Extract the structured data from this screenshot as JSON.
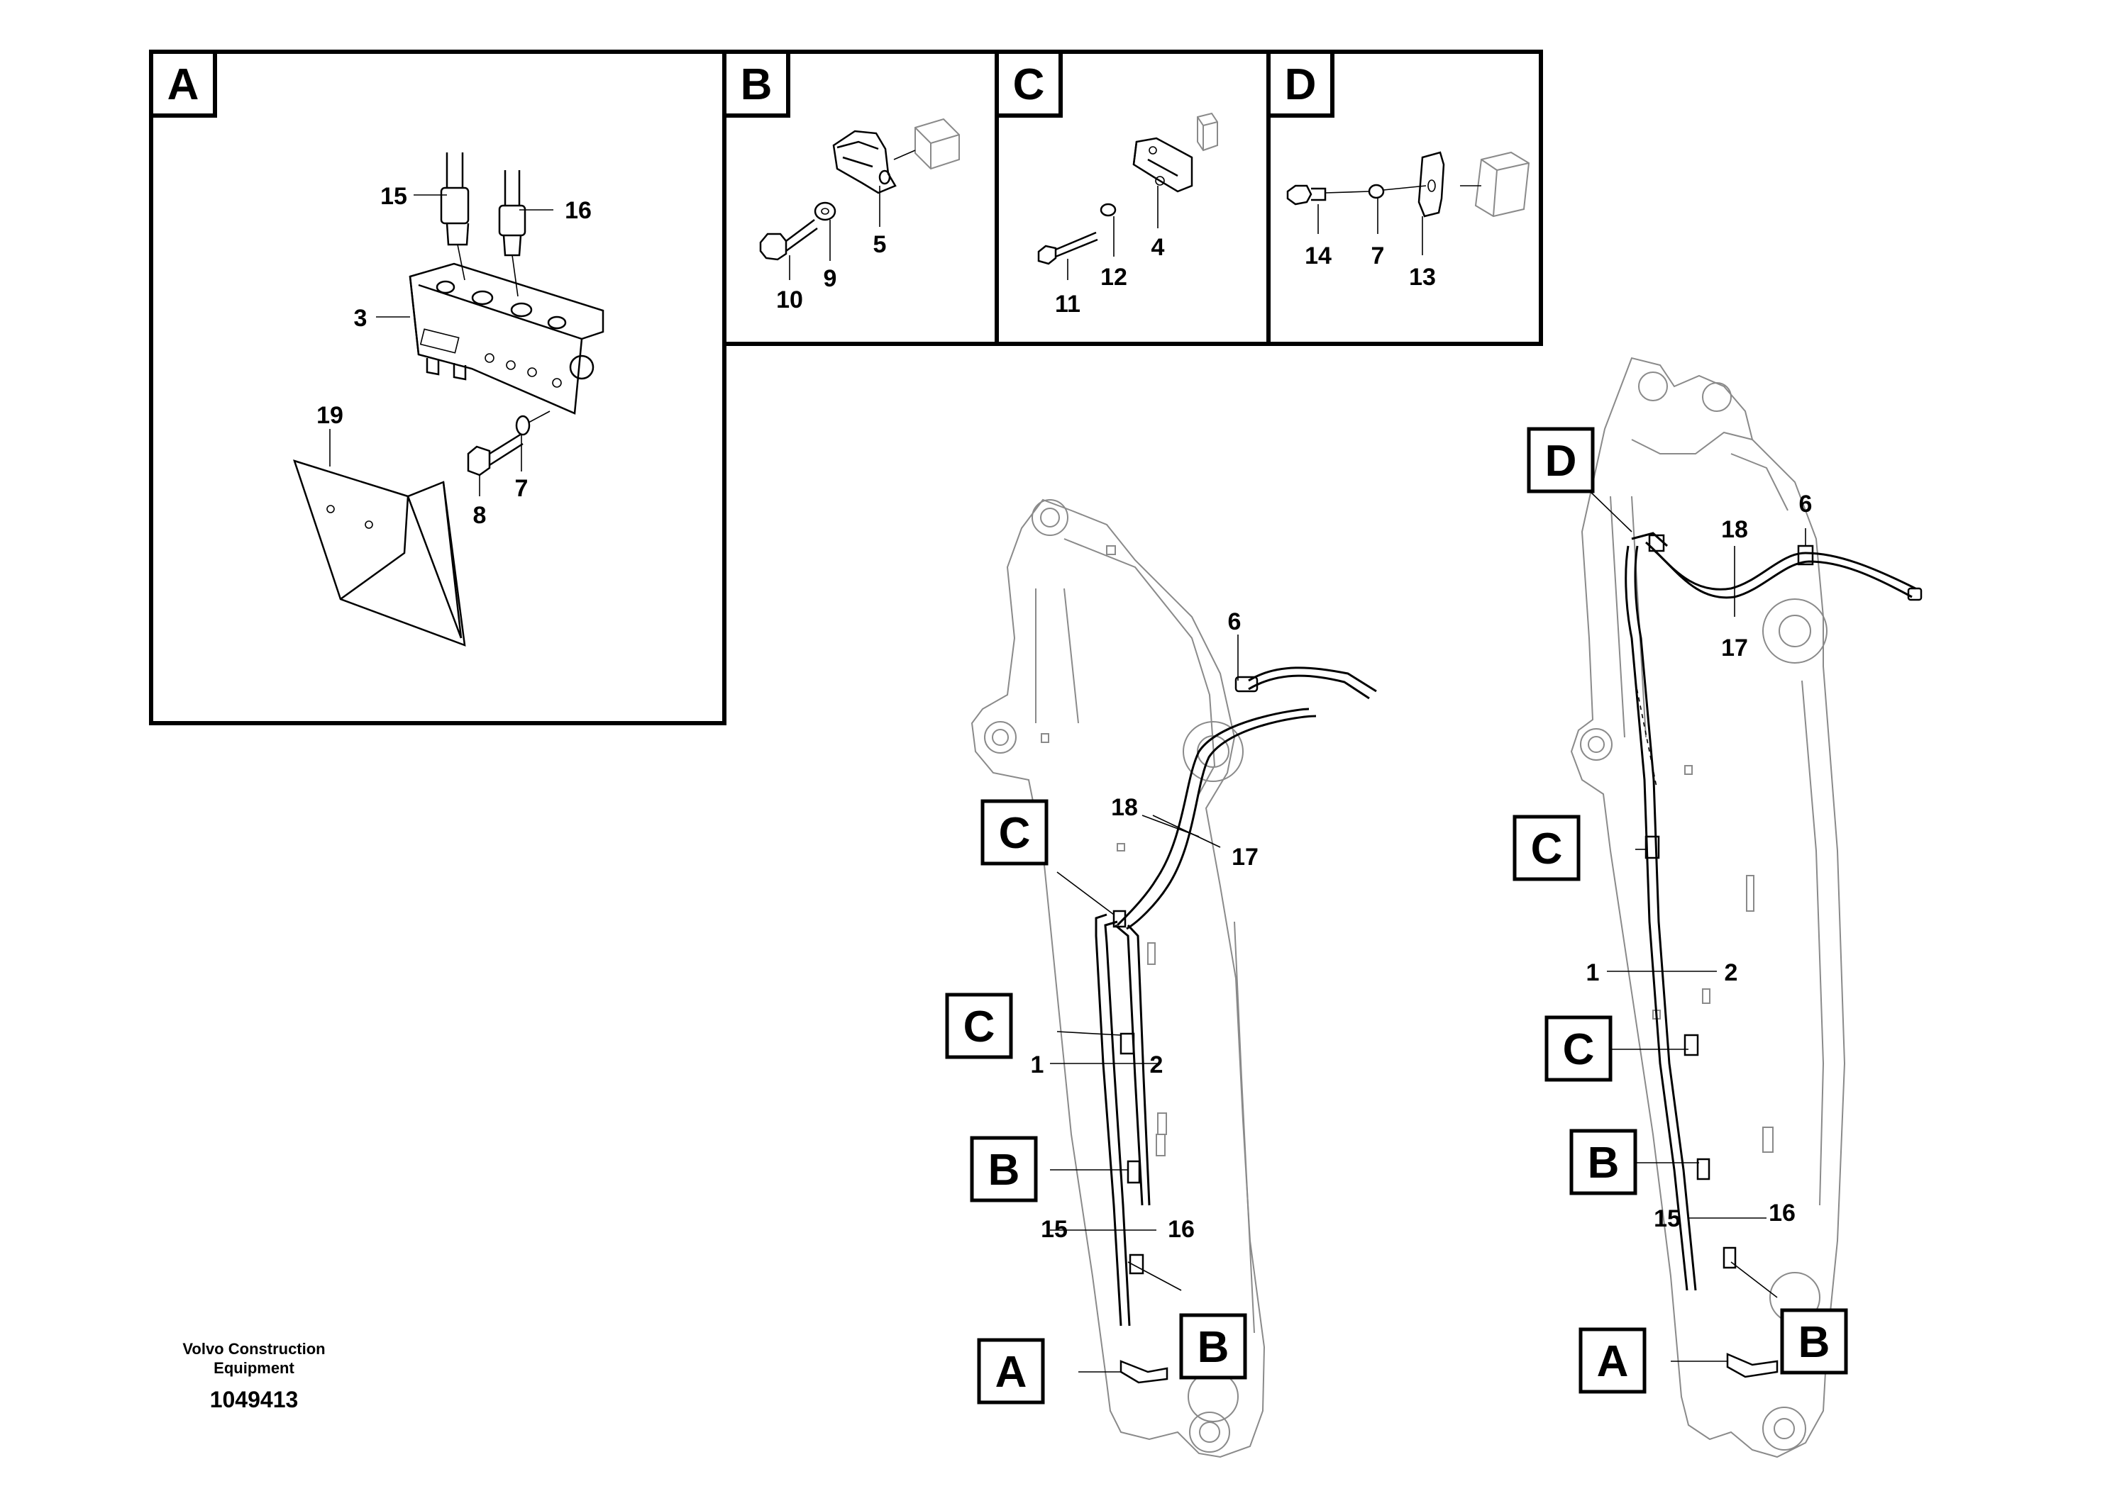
{
  "panels": [
    {
      "letter": "A",
      "callouts": [
        "15",
        "16",
        "3",
        "19",
        "8",
        "7"
      ]
    },
    {
      "letter": "B",
      "callouts": [
        "10",
        "9",
        "5"
      ]
    },
    {
      "letter": "C",
      "callouts": [
        "11",
        "12",
        "4"
      ]
    },
    {
      "letter": "D",
      "callouts": [
        "14",
        "7",
        "13"
      ]
    }
  ],
  "boom_left": {
    "labels": [
      "6",
      "18",
      "17",
      "1",
      "2",
      "15",
      "16"
    ],
    "tags": [
      "C",
      "C",
      "B",
      "A",
      "B"
    ]
  },
  "boom_right": {
    "labels": [
      "18",
      "6",
      "17",
      "1",
      "2",
      "15",
      "16"
    ],
    "tags": [
      "D",
      "C",
      "C",
      "B",
      "A",
      "B"
    ]
  },
  "footer": {
    "company_line1": "Volvo Construction",
    "company_line2": "Equipment",
    "drawing_id": "1049413"
  }
}
